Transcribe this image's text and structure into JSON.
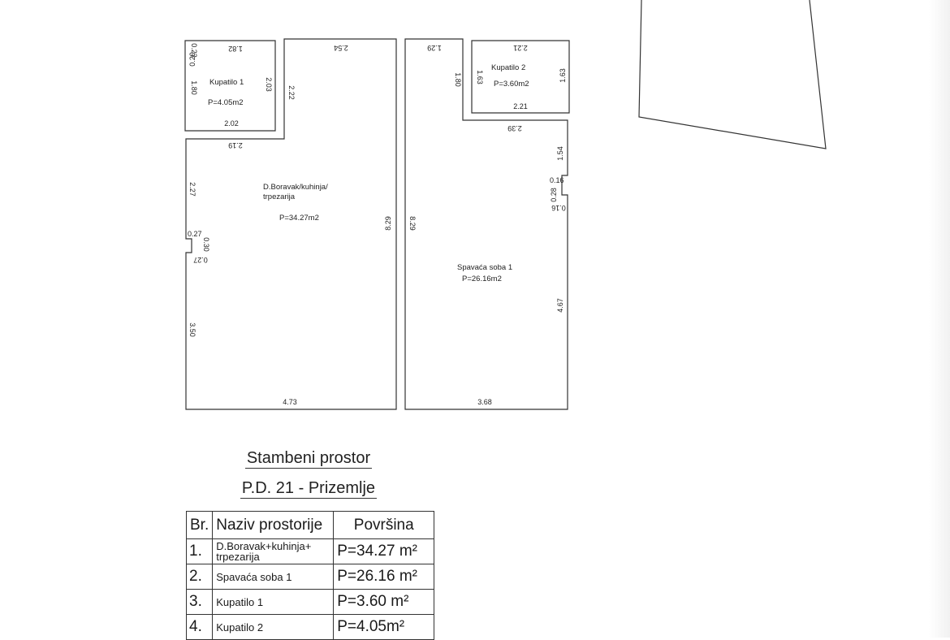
{
  "floor_plan": {
    "rooms": [
      {
        "id": "kupatilo-1",
        "name": "Kupatilo 1",
        "area": "P=4.05m2"
      },
      {
        "id": "boravak",
        "name_line1": "D.Boravak/kuhinja/",
        "name_line2": "trpezarija",
        "area": "P=34.27m2"
      },
      {
        "id": "kupatilo-2",
        "name": "Kupatilo 2",
        "area": "P=3.60m2"
      },
      {
        "id": "spavaca",
        "name": "Spavaća soba 1",
        "area": "P=26.16m2"
      }
    ],
    "dimensions": {
      "k1_top": "1.82",
      "k1_top_left_a": "0.20",
      "k1_top_left_b": "0.23",
      "k1_left": "1.80",
      "k1_right": "2.03",
      "k1_bottom": "2.02",
      "b_top": "2.54",
      "b_right_upper": "2.22",
      "b_inner_top": "2.19",
      "b_left_upper": "2.27",
      "b_niche_top": "0.27",
      "b_niche_depth": "0.30",
      "b_niche_bottom": "0.27",
      "b_left_lower": "3.50",
      "b_right": "8.29",
      "b_bottom": "4.73",
      "s_top": "1.29",
      "s_left": "8.29",
      "s_step": "1.80",
      "s_inner_top": "2.39",
      "s_right_upper": "1.54",
      "s_niche_top": "0.16",
      "s_niche_depth": "0.28",
      "s_niche_bottom": "0.16",
      "s_right_lower": "4.67",
      "s_bottom": "3.68",
      "k2_top": "2.21",
      "k2_left": "1.63",
      "k2_right": "1.63",
      "k2_bottom": "2.21"
    }
  },
  "titles": {
    "line1": "Stambeni prostor",
    "line2": "P.D. 21 - Prizemlje"
  },
  "table": {
    "headers": {
      "num": "Br.",
      "name": "Naziv prostorije",
      "area": "Površina"
    },
    "rows": [
      {
        "num": "1.",
        "name": "D.Boravak+kuhinja+ trpezarija",
        "area": "P=34.27 m²"
      },
      {
        "num": "2.",
        "name": "Spavaća soba 1",
        "area": "P=26.16 m²"
      },
      {
        "num": "3.",
        "name": "Kupatilo 1",
        "area": "P=3.60 m²"
      },
      {
        "num": "4.",
        "name": "Kupatilo 2",
        "area": "P=4.05m²"
      }
    ]
  }
}
